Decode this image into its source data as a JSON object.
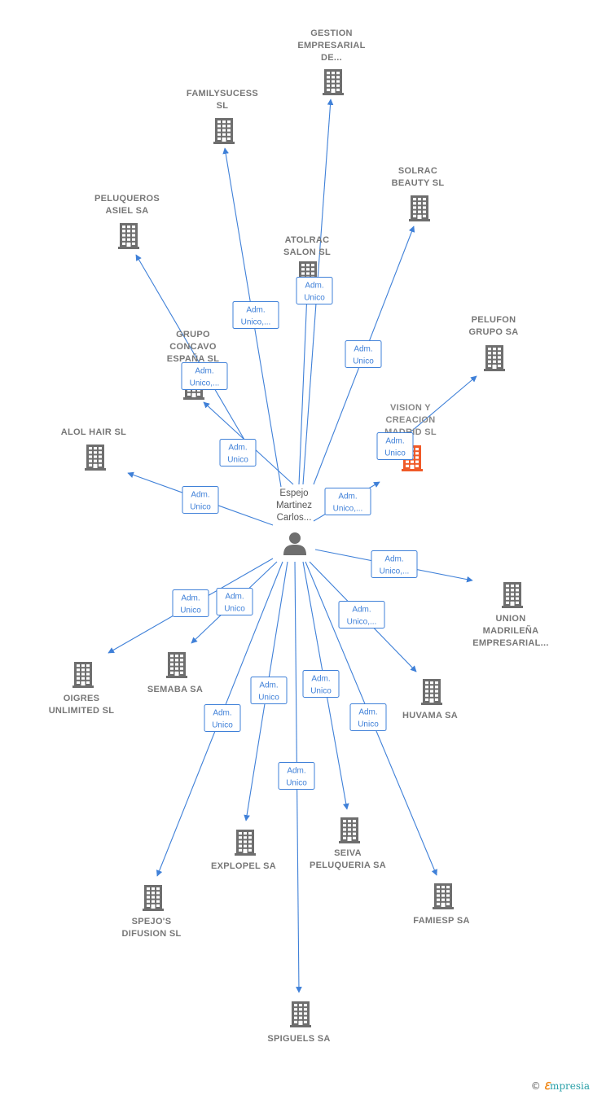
{
  "center": {
    "label": [
      "Espejo",
      "Martinez",
      "Carlos..."
    ],
    "icon": "person-icon"
  },
  "colors": {
    "edge": "#3f80d8",
    "building": "#6e6e6e",
    "focus": "#f05a28"
  },
  "nodes": [
    {
      "id": "gestion",
      "label": [
        "GESTION",
        "EMPRESARIAL",
        "DE..."
      ],
      "icon": "building-icon",
      "edge": [
        "Adm.",
        "Unico,..."
      ]
    },
    {
      "id": "familysucess",
      "label": [
        "FAMILYSUCESS",
        "SL"
      ],
      "icon": "building-icon",
      "edge": [
        "Adm.",
        "Unico,..."
      ]
    },
    {
      "id": "solrac",
      "label": [
        "SOLRAC",
        "BEAUTY  SL"
      ],
      "icon": "building-icon",
      "edge": [
        "Adm.",
        "Unico"
      ]
    },
    {
      "id": "peluqueros",
      "label": [
        "PELUQUEROS",
        "ASIEL SA"
      ],
      "icon": "building-icon",
      "edge": [
        "Adm.",
        "Unico,..."
      ]
    },
    {
      "id": "atolrac",
      "label": [
        "ATOLRAC",
        "SALON  SL"
      ],
      "icon": "building-icon",
      "edge": [
        "Adm.",
        "Unico"
      ]
    },
    {
      "id": "pelufon",
      "label": [
        "PELUFON",
        "GRUPO SA"
      ],
      "icon": "building-icon",
      "edge": [
        "Adm.",
        "Unico"
      ]
    },
    {
      "id": "grupo",
      "label": [
        "GRUPO",
        "CONCAVO",
        "ESPAÑA  SL"
      ],
      "icon": "building-icon",
      "edge": [
        "Adm.",
        "Unico"
      ]
    },
    {
      "id": "vision",
      "label": [
        "VISION Y",
        "CREACION",
        "MADRID  SL"
      ],
      "icon": "building-icon",
      "focus": true,
      "edge": [
        "Adm.",
        "Unico,..."
      ]
    },
    {
      "id": "alol",
      "label": [
        "ALOL HAIR  SL"
      ],
      "icon": "building-icon",
      "edge": [
        "Adm.",
        "Unico"
      ]
    },
    {
      "id": "union",
      "label": [
        "UNION",
        "MADRILEÑA",
        "EMPRESARIAL..."
      ],
      "icon": "building-icon",
      "edge": [
        "Adm.",
        "Unico,..."
      ]
    },
    {
      "id": "oigres",
      "label": [
        "OIGRES",
        "UNLIMITED  SL"
      ],
      "icon": "building-icon",
      "edge": [
        "Adm.",
        "Unico"
      ]
    },
    {
      "id": "semaba",
      "label": [
        "SEMABA SA"
      ],
      "icon": "building-icon",
      "edge": [
        "Adm.",
        "Unico"
      ]
    },
    {
      "id": "huvama",
      "label": [
        "HUVAMA SA"
      ],
      "icon": "building-icon",
      "edge": [
        "Adm.",
        "Unico,..."
      ]
    },
    {
      "id": "explopel",
      "label": [
        "EXPLOPEL SA"
      ],
      "icon": "building-icon",
      "edge": [
        "Adm.",
        "Unico"
      ]
    },
    {
      "id": "seiva",
      "label": [
        "SEIVA",
        "PELUQUERIA SA"
      ],
      "icon": "building-icon",
      "edge": [
        "Adm.",
        "Unico"
      ]
    },
    {
      "id": "spejos",
      "label": [
        "SPEJO'S",
        "DIFUSION  SL"
      ],
      "icon": "building-icon",
      "edge": [
        "Adm.",
        "Unico"
      ]
    },
    {
      "id": "famiesp",
      "label": [
        "FAMIESP SA"
      ],
      "icon": "building-icon",
      "edge": [
        "Adm.",
        "Unico"
      ]
    },
    {
      "id": "spiguels",
      "label": [
        "SPIGUELS SA"
      ],
      "icon": "building-icon",
      "edge": [
        "Adm.",
        "Unico"
      ]
    }
  ],
  "watermark": {
    "copyright": "©",
    "brand_first": "ℇ",
    "brand_rest": "mpresia"
  }
}
